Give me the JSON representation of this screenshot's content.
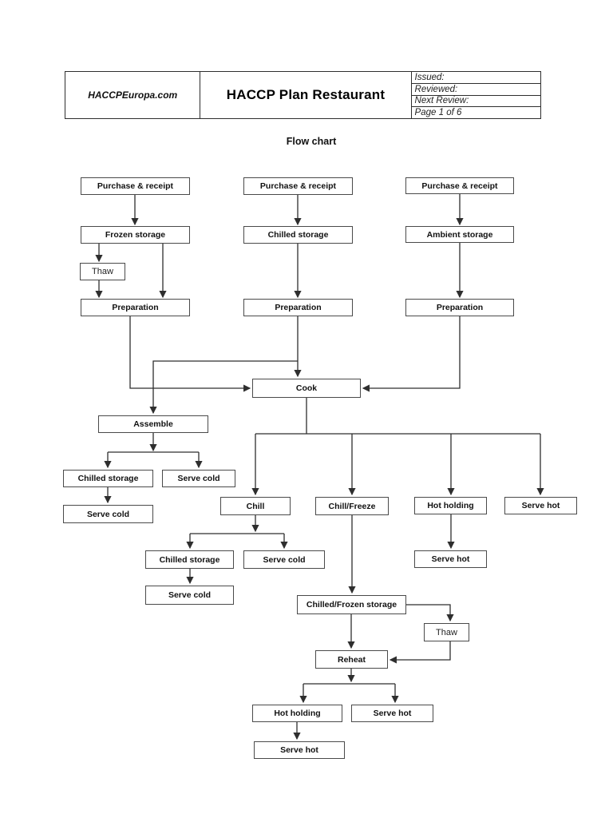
{
  "header": {
    "site": "HACCPEuropa.com",
    "title": "HACCP Plan Restaurant",
    "meta": [
      "Issued:",
      "Reviewed:",
      "Next Review:",
      "Page 1 of 6"
    ]
  },
  "chart_title": "Flow chart",
  "flowchart": {
    "nodes": [
      {
        "id": "purchase1",
        "label": "Purchase & receipt",
        "emphasis": "bold"
      },
      {
        "id": "purchase2",
        "label": "Purchase & receipt",
        "emphasis": "bold"
      },
      {
        "id": "purchase3",
        "label": "Purchase & receipt",
        "emphasis": "bold"
      },
      {
        "id": "frozen-storage",
        "label": "Frozen storage",
        "emphasis": "bold"
      },
      {
        "id": "chilled-storage-top",
        "label": "Chilled storage",
        "emphasis": "bold"
      },
      {
        "id": "ambient-storage",
        "label": "Ambient storage",
        "emphasis": "bold"
      },
      {
        "id": "thaw-1",
        "label": "Thaw",
        "emphasis": "normal"
      },
      {
        "id": "preparation-1",
        "label": "Preparation",
        "emphasis": "bold"
      },
      {
        "id": "preparation-2",
        "label": "Preparation",
        "emphasis": "bold"
      },
      {
        "id": "preparation-3",
        "label": "Preparation",
        "emphasis": "bold"
      },
      {
        "id": "cook",
        "label": "Cook",
        "emphasis": "bold"
      },
      {
        "id": "assemble",
        "label": "Assemble",
        "emphasis": "bold"
      },
      {
        "id": "chilled-storage-left",
        "label": "Chilled storage",
        "emphasis": "bold"
      },
      {
        "id": "serve-cold-left-top",
        "label": "Serve cold",
        "emphasis": "bold"
      },
      {
        "id": "serve-cold-left-bottom",
        "label": "Serve cold",
        "emphasis": "bold"
      },
      {
        "id": "chill",
        "label": "Chill",
        "emphasis": "bold"
      },
      {
        "id": "chill-freeze",
        "label": "Chill/Freeze",
        "emphasis": "bold"
      },
      {
        "id": "hot-holding-right",
        "label": "Hot holding",
        "emphasis": "bold"
      },
      {
        "id": "serve-hot-right",
        "label": "Serve hot",
        "emphasis": "bold"
      },
      {
        "id": "chilled-storage-mid",
        "label": "Chilled storage",
        "emphasis": "bold"
      },
      {
        "id": "serve-cold-mid-top",
        "label": "Serve cold",
        "emphasis": "bold"
      },
      {
        "id": "serve-hot-under-holding",
        "label": "Serve hot",
        "emphasis": "bold"
      },
      {
        "id": "serve-cold-mid-bottom",
        "label": "Serve cold",
        "emphasis": "bold"
      },
      {
        "id": "chilled-frozen-storage",
        "label": "Chilled/Frozen storage",
        "emphasis": "bold"
      },
      {
        "id": "thaw-2",
        "label": "Thaw",
        "emphasis": "normal"
      },
      {
        "id": "reheat",
        "label": "Reheat",
        "emphasis": "bold"
      },
      {
        "id": "hot-holding-bottom",
        "label": "Hot holding",
        "emphasis": "bold"
      },
      {
        "id": "serve-hot-bottom-right",
        "label": "Serve hot",
        "emphasis": "bold"
      },
      {
        "id": "serve-hot-final",
        "label": "Serve hot",
        "emphasis": "bold"
      }
    ]
  },
  "colors": {
    "line": "#2e2e2e",
    "box_border": "#4a4a4a",
    "text": "#111111"
  }
}
